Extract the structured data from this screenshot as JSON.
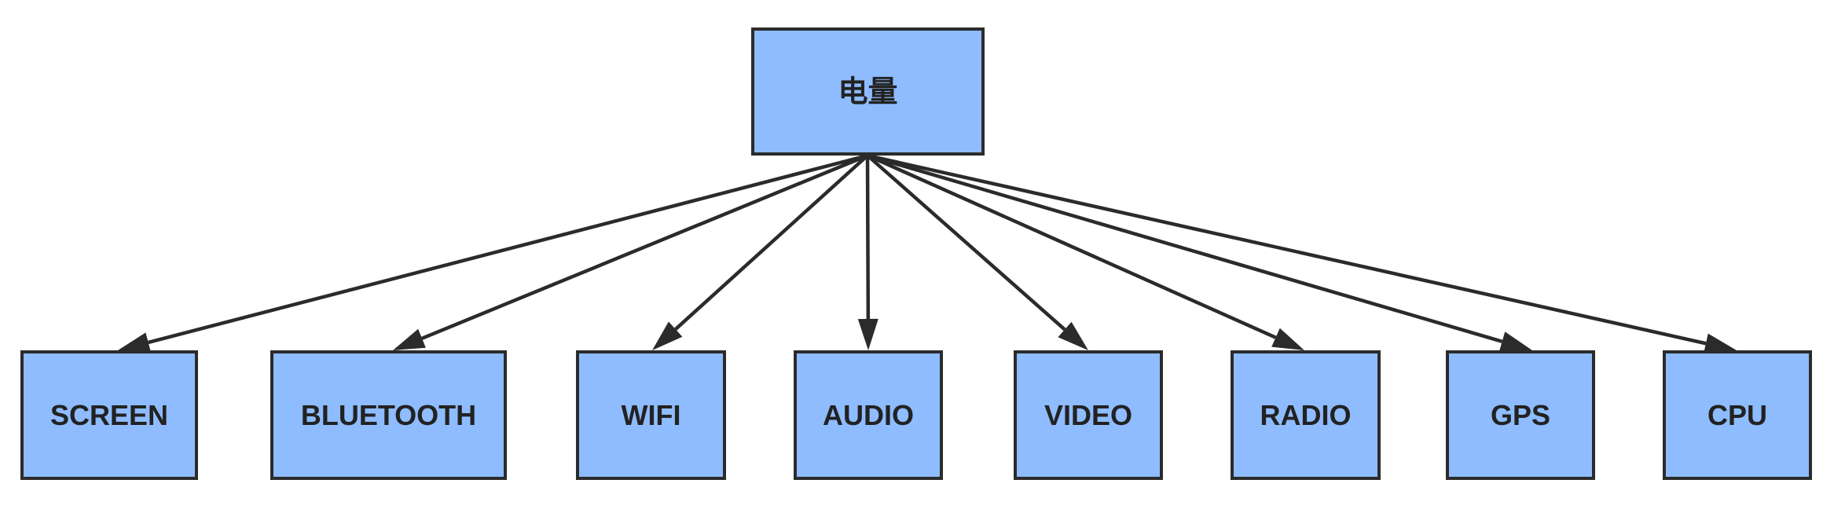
{
  "diagram": {
    "root": {
      "id": "battery",
      "label": "电量",
      "color": "#8ebcff"
    },
    "children": [
      {
        "id": "screen",
        "label": "SCREEN"
      },
      {
        "id": "bluetooth",
        "label": "BLUETOOTH"
      },
      {
        "id": "wifi",
        "label": "WIFI"
      },
      {
        "id": "audio",
        "label": "AUDIO"
      },
      {
        "id": "video",
        "label": "VIDEO"
      },
      {
        "id": "radio",
        "label": "RADIO"
      },
      {
        "id": "gps",
        "label": "GPS"
      },
      {
        "id": "cpu",
        "label": "CPU"
      }
    ],
    "node_fill": "#8ebcff",
    "stroke_color": "#2b2b2b"
  }
}
